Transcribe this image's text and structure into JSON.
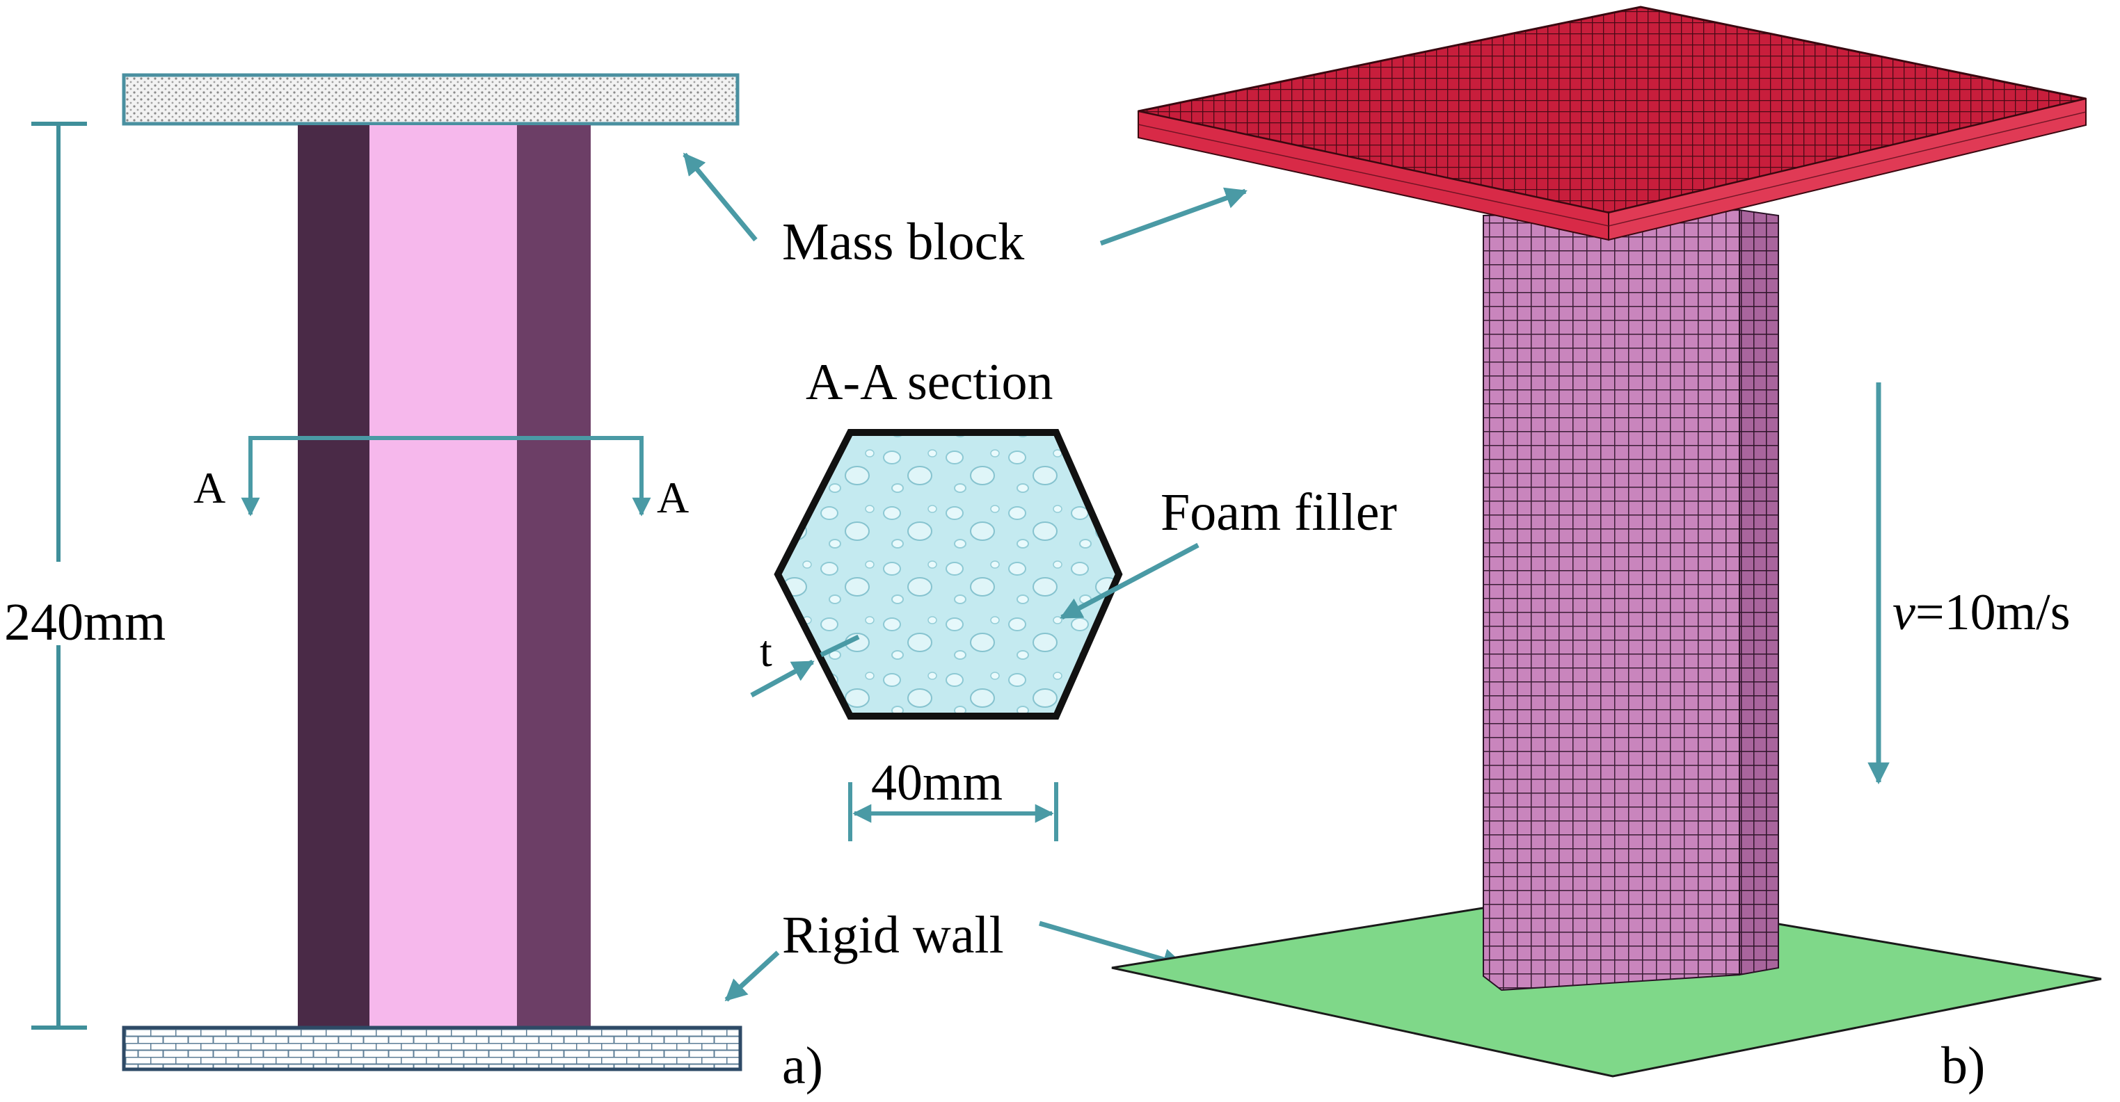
{
  "labels": {
    "mass_block": "Mass block",
    "aa_section": "A-A section",
    "section_marker_left": "A",
    "section_marker_right": "A",
    "foam_filler": "Foam filler",
    "height_dim": "240mm",
    "thickness": "t",
    "width_dim": "40mm",
    "rigid_wall": "Rigid wall",
    "velocity_symbol": "v",
    "velocity_value": "=10m/s",
    "panel_a": "a)",
    "panel_b": "b)"
  },
  "colors": {
    "arrow": "#4a9aa5",
    "dimension_line": "#3f8f9a",
    "tube_wall_left": "#4a2a47",
    "tube_foam": "#f6b8ec",
    "tube_wall_right": "#6c3e66",
    "mass_block_fe": "#d0213f",
    "tube_fe": "#c47ab6",
    "rigid_wall_fe": "#7fd889",
    "foam_fill": "#bfe8ee"
  }
}
